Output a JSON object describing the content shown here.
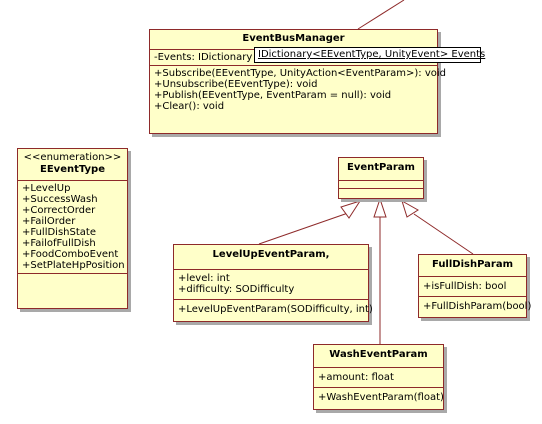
{
  "event_bus_manager": {
    "name": "EventBusManager",
    "attributes": [
      "-Events: IDictionary"
    ],
    "operations": [
      "+Subscribe(EEventType, UnityAction<EventParam>): void",
      "+Unsubscribe(EEventType): void",
      "+Publish(EEventType, EventParam = null): void",
      "+Clear(): void"
    ],
    "tooltip": "IDictionary<EEventType, UnityEvent> Events"
  },
  "event_type_enum": {
    "stereotype": "<<enumeration>>",
    "name": "EEventType",
    "literals": [
      "+LevelUp",
      "+SuccessWash",
      "+CorrectOrder",
      "+FailOrder",
      "+FullDishState",
      "+FailofFullDish",
      "+FoodComboEvent",
      "+SetPlateHpPosition"
    ]
  },
  "event_param": {
    "name": "EventParam"
  },
  "level_up_event_param": {
    "name": "LevelUpEventParam,",
    "attributes": [
      "+level: int",
      "+difficulty: SODifficulty"
    ],
    "operations": [
      "+LevelUpEventParam(SODifficulty, int)"
    ]
  },
  "full_dish_param": {
    "name": "FullDishParam",
    "attributes": [
      "+isFullDish: bool"
    ],
    "operations": [
      "+FullDishParam(bool)"
    ]
  },
  "wash_event_param": {
    "name": "WashEventParam",
    "attributes": [
      "+amount: float"
    ],
    "operations": [
      "+WashEventParam(float)"
    ]
  },
  "colors": {
    "class_fill": "#ffffc9",
    "class_border": "#8e2a2a",
    "shadow": "#a9a9a9"
  }
}
